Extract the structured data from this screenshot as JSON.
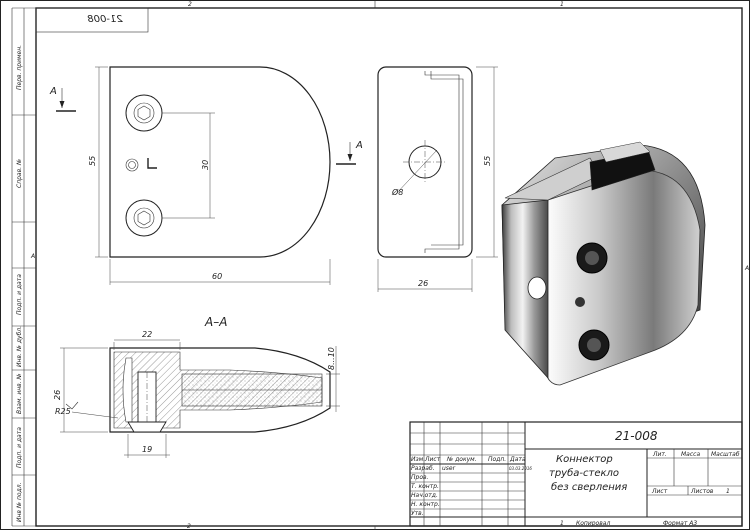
{
  "stamp_code": "21-008",
  "zone_marks": {
    "top_a": "1",
    "top_b": "2",
    "side_left": "A",
    "side_right": "A",
    "bottom_a": "2",
    "bottom_b": "1"
  },
  "left_column": [
    "Перв. примен.",
    "Справ. №",
    "Подп. и дата",
    "Инв. № дубл.",
    "Взам. инв. №",
    "Подп. и дата",
    "Инв № подл."
  ],
  "front_view": {
    "width": "60",
    "height": "55",
    "hole_spacing": "30"
  },
  "side_view": {
    "width": "26",
    "height": "55",
    "hole": "Ø8"
  },
  "section": {
    "label": "A–A",
    "cut_mark": "A",
    "dim_top": "22",
    "dim_height": "26",
    "dim_glass": "8...10",
    "dim_bottom": "19",
    "radius": "R25"
  },
  "title_block": {
    "designation": "21-008",
    "name_lines": [
      "Коннектор",
      "труба-стекло",
      "без сверления"
    ],
    "headers": {
      "izm": "Изм.",
      "list": "Лист",
      "doc": "№ докум.",
      "podp": "Подп.",
      "data": "Дата"
    },
    "roles": [
      "Разраб.",
      "Пров.",
      "Т. контр.",
      "Нач.отд.",
      "Н. контр.",
      "Утв."
    ],
    "developer": "user",
    "date": "03.03.2016",
    "lit": "Лит.",
    "massa": "Масса",
    "masshtab": "Масштаб",
    "list": "Лист",
    "listov": "Листов",
    "listov_value": "1",
    "kopiroval": "Копировал",
    "kopiroval_num": "1",
    "format": "Формат А3"
  }
}
